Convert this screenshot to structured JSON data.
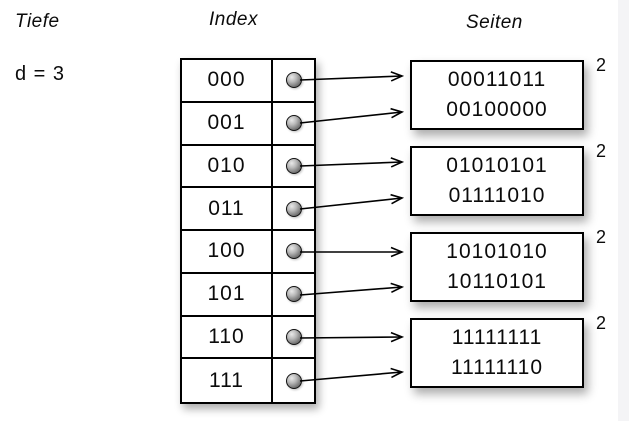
{
  "header": {
    "tiefe_label": "Tiefe",
    "depth_value": "d = 3",
    "index_label": "Index",
    "seiten_label": "Seiten"
  },
  "index_table": {
    "rows": [
      "000",
      "001",
      "010",
      "011",
      "100",
      "101",
      "110",
      "111"
    ]
  },
  "pages": [
    {
      "entries": [
        "00011011",
        "00100000"
      ],
      "local_depth": "2"
    },
    {
      "entries": [
        "01010101",
        "01111010"
      ],
      "local_depth": "2"
    },
    {
      "entries": [
        "10101010",
        "10110101"
      ],
      "local_depth": "2"
    },
    {
      "entries": [
        "11111111",
        "11111110"
      ],
      "local_depth": "2"
    }
  ],
  "links": [
    {
      "index": "000",
      "page": 0
    },
    {
      "index": "001",
      "page": 0
    },
    {
      "index": "010",
      "page": 1
    },
    {
      "index": "011",
      "page": 1
    },
    {
      "index": "100",
      "page": 2
    },
    {
      "index": "101",
      "page": 2
    },
    {
      "index": "110",
      "page": 3
    },
    {
      "index": "111",
      "page": 3
    }
  ],
  "colors": {
    "line": "#000000",
    "box_background": "#ffffff",
    "pointer_dot": "#6d6d6d"
  }
}
